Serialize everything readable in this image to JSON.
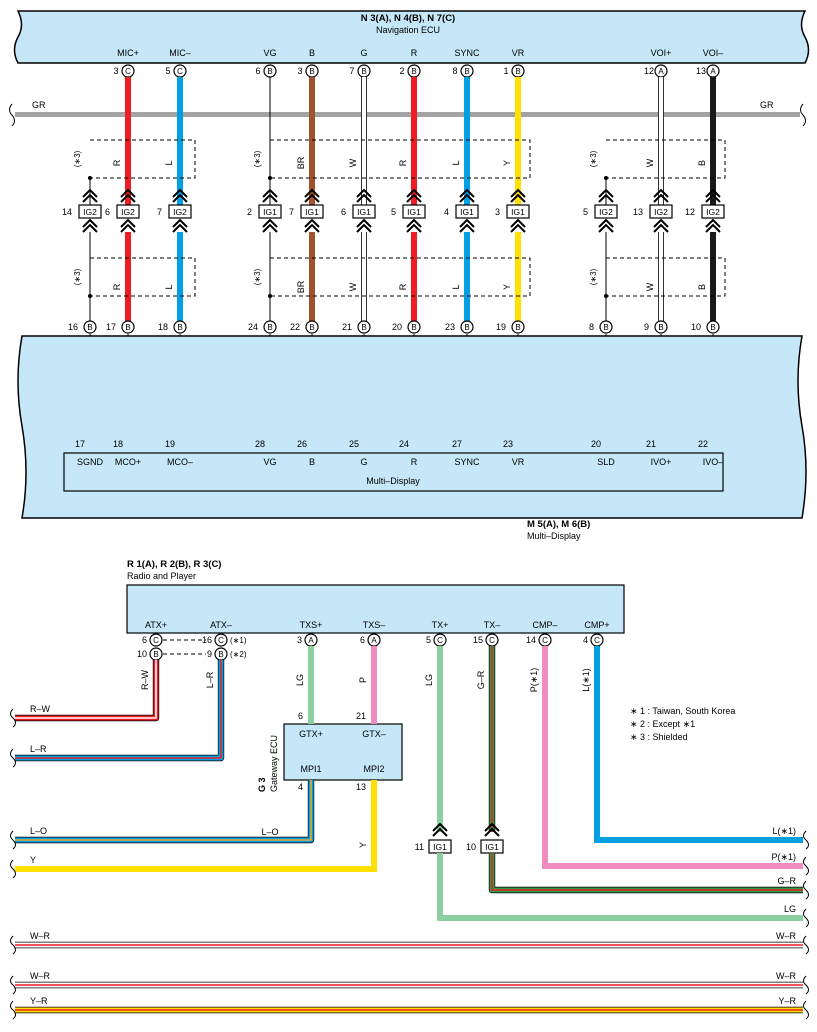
{
  "colors": {
    "ecu_fill": "#c6e7f8",
    "R": "#ee1c25",
    "L": "#00a0e3",
    "W": "#ffffff",
    "BR": "#a0522d",
    "Y": "#ffe000",
    "B": "#1a1a1a",
    "GR": "#a3a3a3",
    "LG": "#8ccfa0",
    "P": "#f08cc0",
    "G": "#2e9e4a",
    "O": "#f5a623"
  },
  "nav_ecu": {
    "code": "N 3(A), N 4(B), N 7(C)",
    "name": "Navigation ECU"
  },
  "multi_display": {
    "code": "M 5(A), M 6(B)",
    "name": "Multi–Display",
    "inner_name": "Multi–Display"
  },
  "radio": {
    "code": "R 1(A), R 2(B), R 3(C)",
    "name": "Radio and Player"
  },
  "gateway": {
    "code": "G 3",
    "name": "Gateway ECU"
  },
  "gr_wire_label": "GR",
  "shield_label": "(∗3)",
  "nav_pins": [
    {
      "name": "MIC+",
      "num": "3",
      "conn": "C"
    },
    {
      "name": "MIC–",
      "num": "5",
      "conn": "C"
    },
    {
      "name": "VG",
      "num": "6",
      "conn": "B"
    },
    {
      "name": "B",
      "num": "3",
      "conn": "B"
    },
    {
      "name": "G",
      "num": "7",
      "conn": "B"
    },
    {
      "name": "R",
      "num": "2",
      "conn": "B"
    },
    {
      "name": "SYNC",
      "num": "8",
      "conn": "B"
    },
    {
      "name": "VR",
      "num": "1",
      "conn": "B"
    },
    {
      "name": "VOI+",
      "num": "12",
      "conn": "A"
    },
    {
      "name": "VOI–",
      "num": "13",
      "conn": "A"
    }
  ],
  "junctions": [
    {
      "num": "14",
      "label": "IG2"
    },
    {
      "num": "6",
      "label": "IG2"
    },
    {
      "num": "7",
      "label": "IG2"
    },
    {
      "num": "2",
      "label": "IG1"
    },
    {
      "num": "7",
      "label": "IG1"
    },
    {
      "num": "6",
      "label": "IG1"
    },
    {
      "num": "5",
      "label": "IG1"
    },
    {
      "num": "4",
      "label": "IG1"
    },
    {
      "num": "3",
      "label": "IG1"
    },
    {
      "num": "5",
      "label": "IG2"
    },
    {
      "num": "13",
      "label": "IG2"
    },
    {
      "num": "12",
      "label": "IG2"
    }
  ],
  "wire_colors": [
    "R",
    "L",
    "BR",
    "W",
    "R",
    "L",
    "Y",
    "W",
    "B"
  ],
  "md_top_pins": [
    {
      "num": "16",
      "conn": "B"
    },
    {
      "num": "17",
      "conn": "B"
    },
    {
      "num": "18",
      "conn": "B"
    },
    {
      "num": "24",
      "conn": "B"
    },
    {
      "num": "22",
      "conn": "B"
    },
    {
      "num": "21",
      "conn": "B"
    },
    {
      "num": "20",
      "conn": "B"
    },
    {
      "num": "23",
      "conn": "B"
    },
    {
      "num": "19",
      "conn": "B"
    },
    {
      "num": "8",
      "conn": "B"
    },
    {
      "num": "9",
      "conn": "B"
    },
    {
      "num": "10",
      "conn": "B"
    }
  ],
  "md_inner_pins": [
    {
      "num": "17",
      "name": "SGND"
    },
    {
      "num": "18",
      "name": "MCO+"
    },
    {
      "num": "19",
      "name": "MCO–"
    },
    {
      "num": "28",
      "name": "VG"
    },
    {
      "num": "26",
      "name": "B"
    },
    {
      "num": "25",
      "name": "G"
    },
    {
      "num": "24",
      "name": "R"
    },
    {
      "num": "27",
      "name": "SYNC"
    },
    {
      "num": "23",
      "name": "VR"
    },
    {
      "num": "20",
      "name": "SLD"
    },
    {
      "num": "21",
      "name": "IVO+"
    },
    {
      "num": "22",
      "name": "IVO–"
    }
  ],
  "radio_pins": [
    {
      "name": "ATX+",
      "num": "6",
      "conn": "C"
    },
    {
      "name": "ATX–",
      "num": "16",
      "conn": "C"
    },
    {
      "name": "TXS+",
      "num": "3",
      "conn": "A"
    },
    {
      "name": "TXS–",
      "num": "6",
      "conn": "A"
    },
    {
      "name": "TX+",
      "num": "5",
      "conn": "C"
    },
    {
      "name": "TX–",
      "num": "15",
      "conn": "C"
    },
    {
      "name": "CMP–",
      "num": "14",
      "conn": "C"
    },
    {
      "name": "CMP+",
      "num": "4",
      "conn": "C"
    }
  ],
  "radio_alt_pins": [
    {
      "num": "10",
      "conn": "B",
      "note": ""
    },
    {
      "num": "9",
      "conn": "B",
      "note": "(∗2)"
    }
  ],
  "radio_note_1": "(∗1)",
  "gw_pins": [
    {
      "name": "GTX+",
      "num": "6"
    },
    {
      "name": "GTX–",
      "num": "21"
    },
    {
      "name": "MPI1",
      "num": "4"
    },
    {
      "name": "MPI2",
      "num": "13"
    }
  ],
  "lower_wire_labels": {
    "rw": "R–W",
    "lr": "L–R",
    "lg1": "LG",
    "p": "P",
    "lg2": "LG",
    "gr": "G–R",
    "pl": "P(∗1)",
    "ll": "L(∗1)",
    "lo_mpi": "L–O",
    "y_mpi": "Y"
  },
  "lower_junctions": [
    {
      "num": "11",
      "label": "IG1"
    },
    {
      "num": "10",
      "label": "IG1"
    }
  ],
  "left_labels": {
    "rw": "R–W",
    "lr": "L–R",
    "lo": "L–O",
    "y": "Y",
    "wr1": "W–R",
    "wr2": "W–R",
    "yr": "Y–R"
  },
  "right_labels": {
    "l1": "L(∗1)",
    "p1": "P(∗1)",
    "gr": "G–R",
    "lg": "LG",
    "wr1": "W–R",
    "wr2": "W–R",
    "yr": "Y–R"
  },
  "notes": [
    "∗ 1 : Taiwan, South Korea",
    "∗ 2 : Except ∗1",
    "∗ 3 : Shielded"
  ]
}
